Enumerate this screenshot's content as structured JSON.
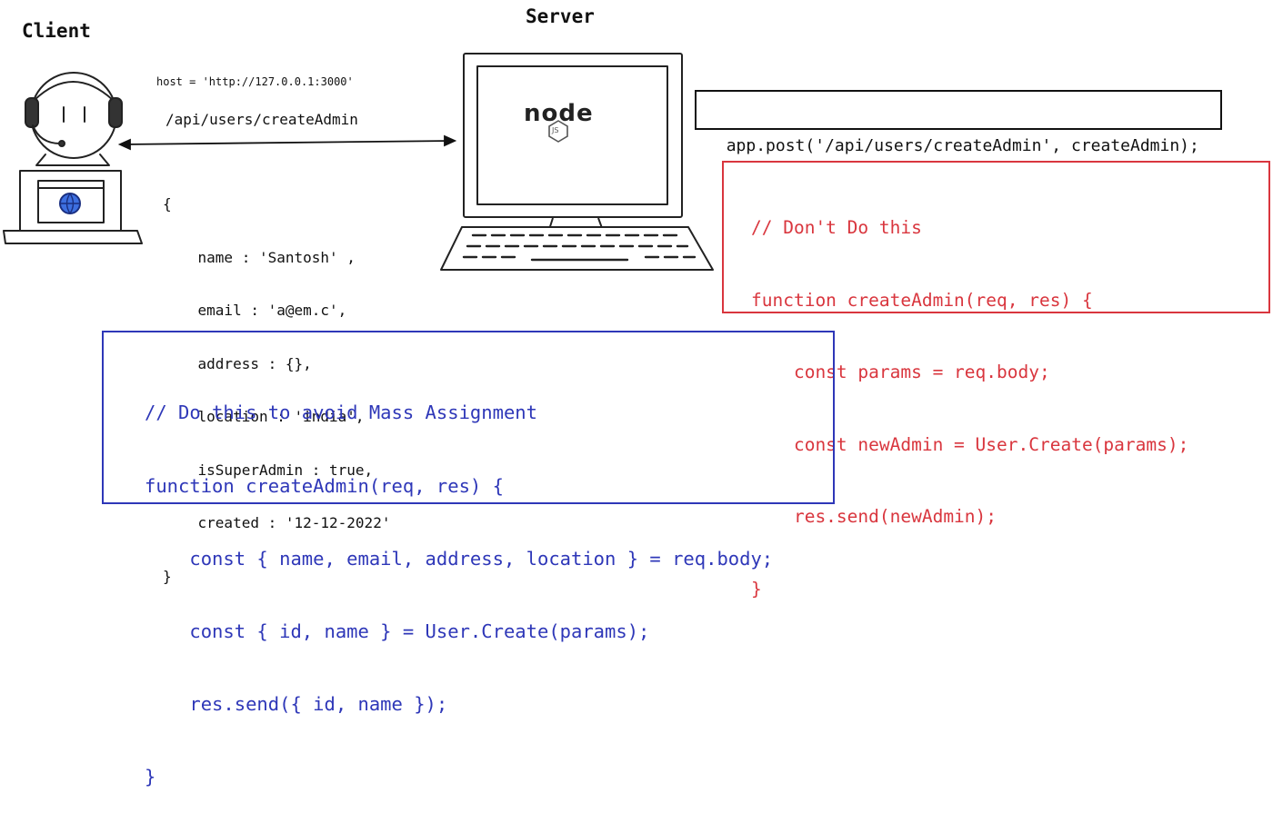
{
  "client": {
    "label": "Client"
  },
  "server": {
    "label": "Server"
  },
  "request": {
    "host": "host = 'http://127.0.0.1:3000'",
    "path": "/api/users/createAdmin",
    "body_lines": [
      "{",
      "    name : 'Santosh' ,",
      "    email : 'a@em.c',",
      "    address : {},",
      "    location : 'india',",
      "    isSuperAdmin : true,",
      "    created : '12-12-2022'",
      "}"
    ]
  },
  "logo": {
    "text": "node",
    "badge": "JS"
  },
  "route_code": "app.post('/api/users/createAdmin', createAdmin);",
  "bad_code": {
    "color": "#d9363e",
    "lines": [
      "// Don't Do this",
      "function createAdmin(req, res) {",
      "    const params = req.body;",
      "    const newAdmin = User.Create(params);",
      "    res.send(newAdmin);",
      "}"
    ]
  },
  "good_code": {
    "color": "#2e37b8",
    "lines": [
      "// Do this to avoid Mass Assignment",
      "function createAdmin(req, res) {",
      "    const { name, email, address, location } = req.body;",
      "    const { id, name } = User.Create(params);",
      "    res.send({ id, name });",
      "}"
    ]
  }
}
